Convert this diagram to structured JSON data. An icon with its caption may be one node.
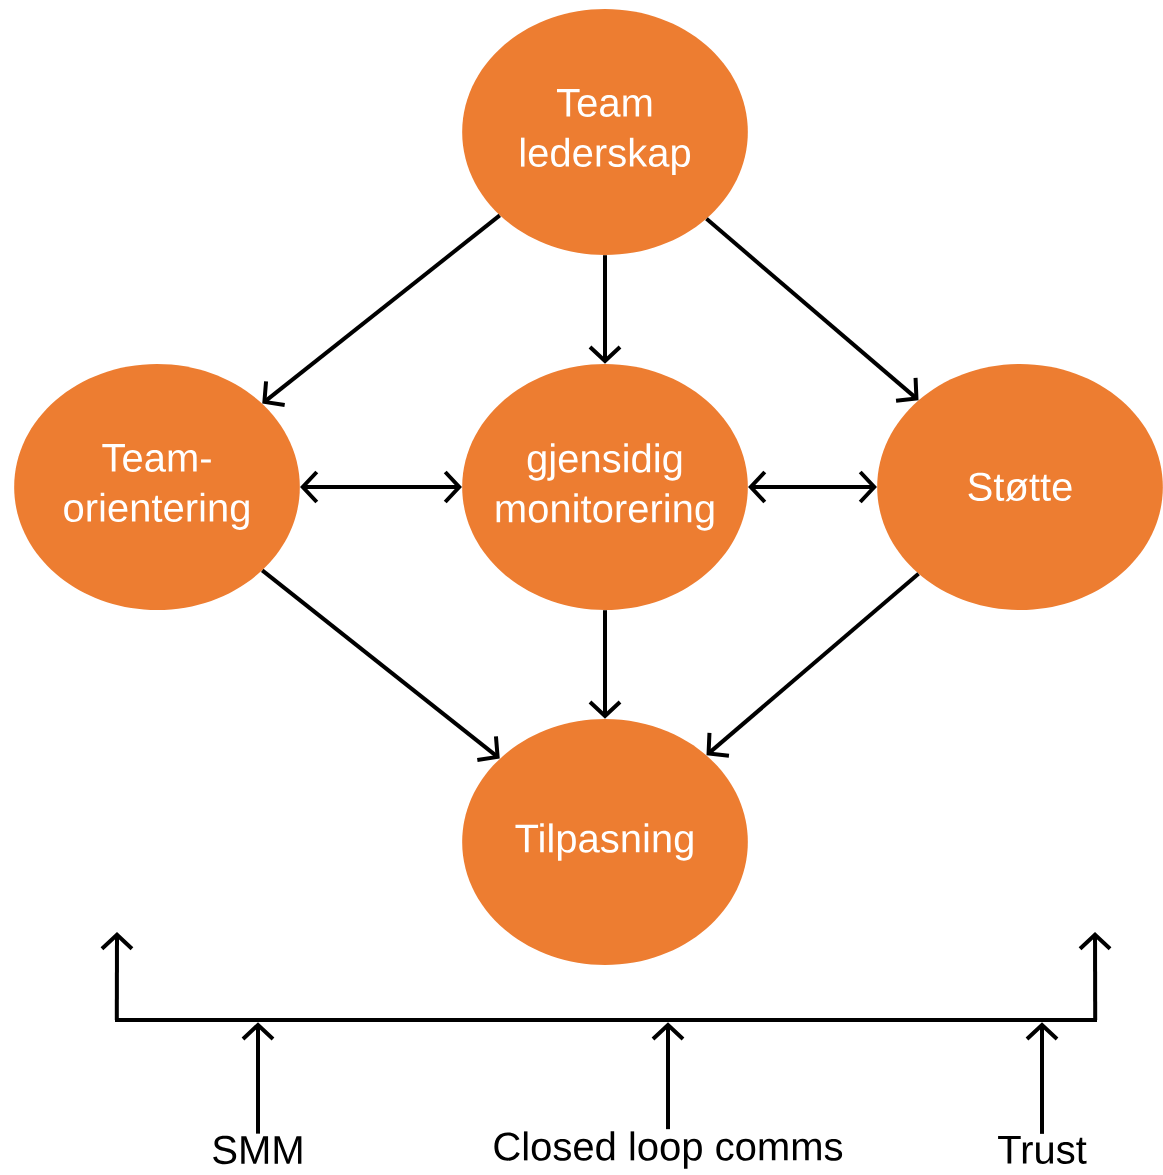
{
  "diagram": {
    "nodes": [
      {
        "text": [
          "Team lederskap"
        ]
      },
      {
        "text": [
          "Team-orientering"
        ]
      },
      {
        "text": [
          "gjensidig monitorering"
        ]
      },
      {
        "text": [
          "Støtte"
        ]
      },
      {
        "text": [
          "Tilpasning"
        ]
      },
      {
        "text": [
          "SMM"
        ]
      },
      {
        "text": [
          "Closed loop comms"
        ]
      },
      {
        "text": [
          "Trust"
        ]
      },
      {
        "text": [],
        "shape": "bar"
      }
    ],
    "edges": [
      {
        "from": 0,
        "to": 1,
        "arrow": "to"
      },
      {
        "from": 0,
        "to": 2,
        "arrow": "to"
      },
      {
        "from": 0,
        "to": 3,
        "arrow": "to"
      },
      {
        "from": 1,
        "to": 2,
        "arrow": "both"
      },
      {
        "from": 2,
        "to": 3,
        "arrow": "both"
      },
      {
        "from": 1,
        "to": 4,
        "arrow": "to"
      },
      {
        "from": 2,
        "to": 4,
        "arrow": "to"
      },
      {
        "from": 3,
        "to": 4,
        "arrow": "to"
      },
      {
        "from": 5,
        "to": 8,
        "arrow": "to"
      },
      {
        "from": 6,
        "to": 8,
        "arrow": "to"
      },
      {
        "from": 7,
        "to": 8,
        "arrow": "to"
      },
      {
        "from": 8,
        "to": null,
        "arrow": "to"
      },
      {
        "from": 8,
        "to": null,
        "arrow": "to"
      }
    ]
  }
}
